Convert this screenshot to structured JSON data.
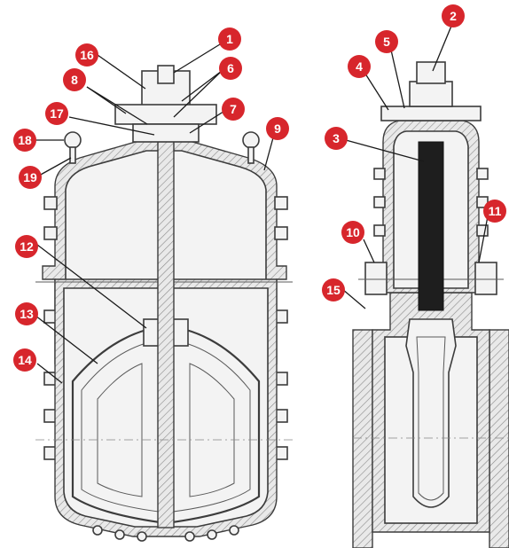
{
  "diagram": {
    "callout_color": "#d7262c",
    "callouts": [
      {
        "id": "callout-1",
        "label": "1"
      },
      {
        "id": "callout-2",
        "label": "2"
      },
      {
        "id": "callout-3",
        "label": "3"
      },
      {
        "id": "callout-4",
        "label": "4"
      },
      {
        "id": "callout-5",
        "label": "5"
      },
      {
        "id": "callout-6",
        "label": "6"
      },
      {
        "id": "callout-7",
        "label": "7"
      },
      {
        "id": "callout-8",
        "label": "8"
      },
      {
        "id": "callout-9",
        "label": "9"
      },
      {
        "id": "callout-10",
        "label": "10"
      },
      {
        "id": "callout-11",
        "label": "11"
      },
      {
        "id": "callout-12",
        "label": "12"
      },
      {
        "id": "callout-13",
        "label": "13"
      },
      {
        "id": "callout-14",
        "label": "14"
      },
      {
        "id": "callout-15",
        "label": "15"
      },
      {
        "id": "callout-16",
        "label": "16"
      },
      {
        "id": "callout-17",
        "label": "17"
      },
      {
        "id": "callout-18",
        "label": "18"
      },
      {
        "id": "callout-19",
        "label": "19"
      }
    ]
  }
}
